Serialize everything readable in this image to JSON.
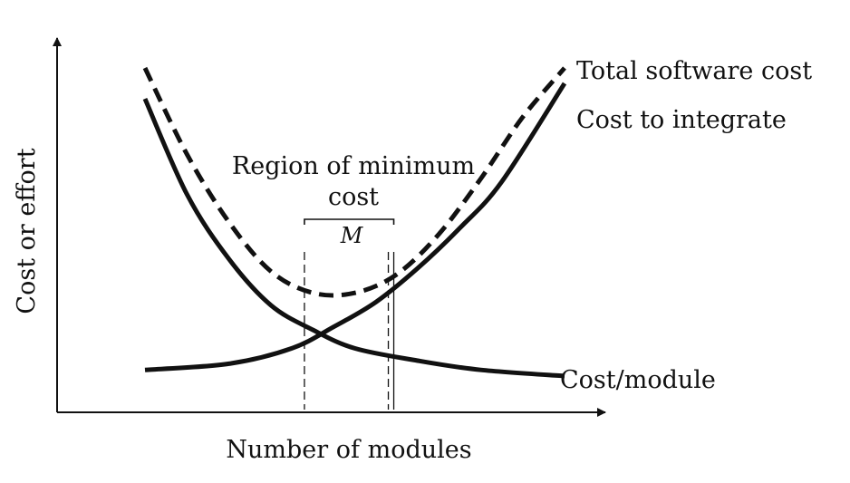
{
  "chart_data": {
    "type": "line",
    "title": "",
    "xlabel": "Number of modules",
    "ylabel": "Cost or effort",
    "axis_ticks": false,
    "grid": false,
    "series": [
      {
        "name": "Total software cost",
        "style": "dashed",
        "values": [
          [
            0.0,
            1.0
          ],
          [
            0.1,
            0.72
          ],
          [
            0.2,
            0.5
          ],
          [
            0.3,
            0.34
          ],
          [
            0.4,
            0.27
          ],
          [
            0.5,
            0.27
          ],
          [
            0.6,
            0.33
          ],
          [
            0.7,
            0.46
          ],
          [
            0.8,
            0.64
          ],
          [
            0.9,
            0.84
          ],
          [
            1.0,
            1.0
          ]
        ]
      },
      {
        "name": "Cost to integrate",
        "style": "solid",
        "values": [
          [
            0.0,
            0.02
          ],
          [
            0.2,
            0.04
          ],
          [
            0.35,
            0.09
          ],
          [
            0.45,
            0.16
          ],
          [
            0.55,
            0.24
          ],
          [
            0.65,
            0.35
          ],
          [
            0.75,
            0.48
          ],
          [
            0.85,
            0.63
          ],
          [
            1.0,
            0.95
          ]
        ]
      },
      {
        "name": "Cost/module",
        "style": "solid",
        "values": [
          [
            0.0,
            0.9
          ],
          [
            0.1,
            0.59
          ],
          [
            0.2,
            0.38
          ],
          [
            0.3,
            0.23
          ],
          [
            0.4,
            0.15
          ],
          [
            0.5,
            0.09
          ],
          [
            0.65,
            0.05
          ],
          [
            0.8,
            0.02
          ],
          [
            1.0,
            0.0
          ]
        ]
      }
    ],
    "annotations": [
      {
        "text": "Region of minimum",
        "kind": "note"
      },
      {
        "text": "cost",
        "kind": "note"
      },
      {
        "text": "M",
        "kind": "marker",
        "region_x": [
          0.38,
          0.58
        ]
      }
    ]
  },
  "colors": {
    "ink": "#111111",
    "background": "#ffffff"
  }
}
